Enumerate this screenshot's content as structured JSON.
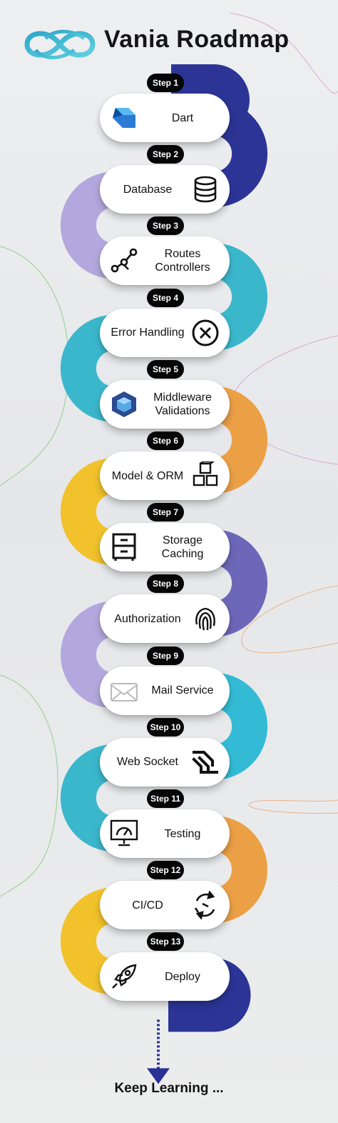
{
  "title": "Vania Roadmap",
  "footer": "Keep Learning ...",
  "colors": {
    "blue": "#2c3596",
    "lavender": "#b3a8dd",
    "teal": "#3bb7cc",
    "orange": "#eba046",
    "yellow": "#f1c22b",
    "purple": "#6c67b8",
    "cyan": "#33bbd6",
    "arrow": "#2a3196"
  },
  "steps": [
    {
      "step": "Step 1",
      "label": "Dart",
      "icon": "dart-logo-icon"
    },
    {
      "step": "Step 2",
      "label": "Database",
      "icon": "database-icon"
    },
    {
      "step": "Step 3",
      "label": "Routes\nControllers",
      "icon": "routes-nodes-icon"
    },
    {
      "step": "Step 4",
      "label": "Error Handling",
      "icon": "error-circle-x-icon"
    },
    {
      "step": "Step 5",
      "label": "Middleware\nValidations",
      "icon": "middleware-cube-icon"
    },
    {
      "step": "Step 6",
      "label": "Model & ORM",
      "icon": "model-boxes-icon"
    },
    {
      "step": "Step 7",
      "label": "Storage\nCaching",
      "icon": "storage-cabinet-icon"
    },
    {
      "step": "Step 8",
      "label": "Authorization",
      "icon": "fingerprint-icon"
    },
    {
      "step": "Step 9",
      "label": "Mail Service",
      "icon": "mail-envelope-icon"
    },
    {
      "step": "Step 10",
      "label": "Web Socket",
      "icon": "websocket-icon"
    },
    {
      "step": "Step 11",
      "label": "Testing",
      "icon": "testing-monitor-icon"
    },
    {
      "step": "Step 12",
      "label": "CI/CD",
      "icon": "cicd-arrows-icon"
    },
    {
      "step": "Step 13",
      "label": "Deploy",
      "icon": "rocket-icon"
    }
  ]
}
